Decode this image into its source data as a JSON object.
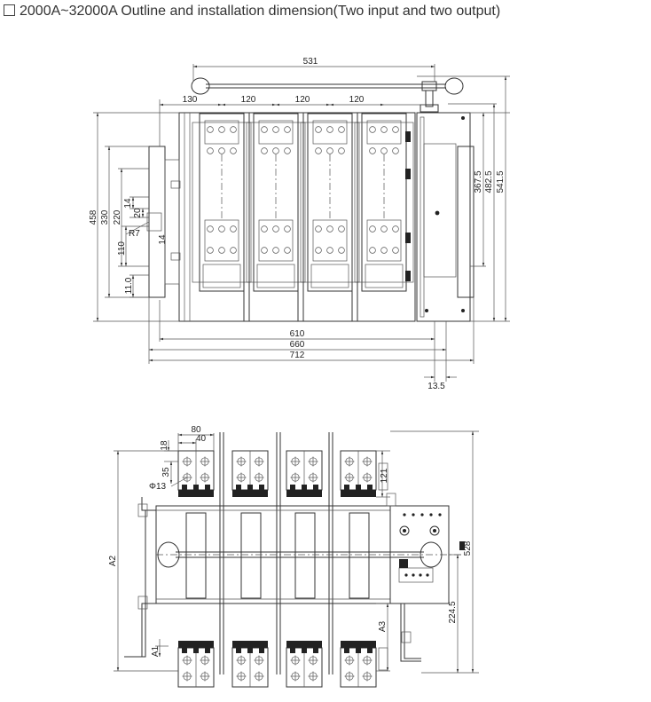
{
  "title": {
    "text": "2000A~32000A Outline and installation dimension(Two input and two output)"
  },
  "top_view": {
    "dims": {
      "handle_length": "531",
      "pitch_first": "130",
      "pitch_1": "120",
      "pitch_2": "120",
      "pitch_3": "120",
      "width_610": "610",
      "width_660": "660",
      "width_712": "712",
      "offset_13_5": "13.5",
      "h_367_5": "367.5",
      "h_482_5": "482.5",
      "h_541_5": "541.5",
      "h_458": "458",
      "h_330": "330",
      "h_220": "220",
      "h_14": "14",
      "h_20": "20",
      "r7": "R7",
      "d_14": "14",
      "h_110": "110",
      "h_11_0": "11.0"
    }
  },
  "bottom_view": {
    "dims": {
      "w_80": "80",
      "w_40": "40",
      "h_18": "18",
      "h_35": "35",
      "hole_13": "Φ13",
      "h_121": "121",
      "h_528": "528",
      "h_224_5": "224.5",
      "a1": "A1",
      "a2": "A2",
      "a3": "A3"
    }
  }
}
